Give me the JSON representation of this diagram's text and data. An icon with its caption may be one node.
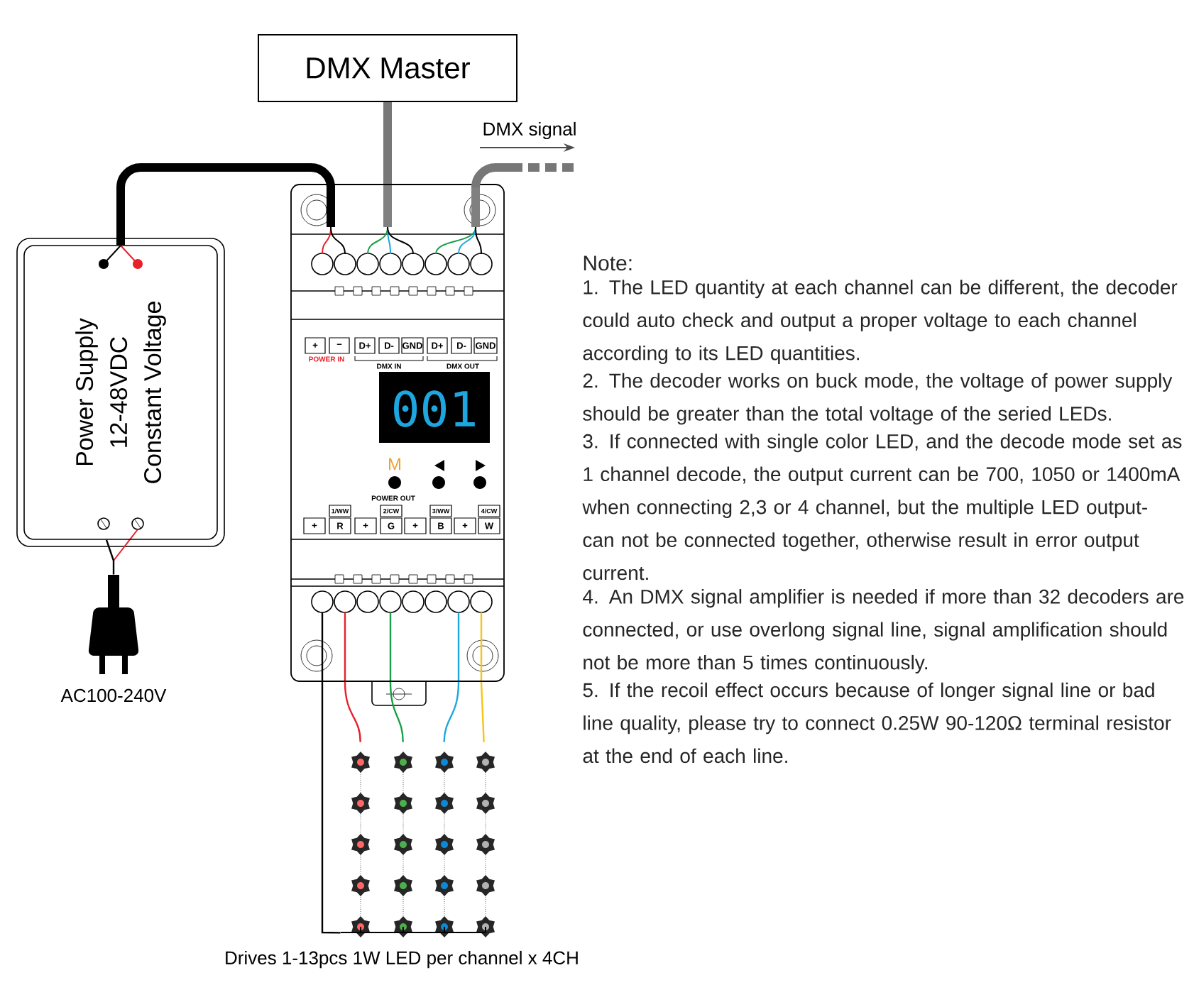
{
  "diagram": {
    "nodes": [
      {
        "text": [
          "DMX Master"
        ]
      },
      {
        "text": [
          "Power Supply",
          "12-48VDC",
          "Constant Voltage"
        ]
      },
      {
        "text": [],
        "shape": "box"
      },
      {
        "text": [],
        "shape": "picture",
        "beside": [
          "AC100-240V"
        ]
      },
      {
        "text": [],
        "shape": "picture",
        "beside": [
          "Drives 1-13pcs 1W LED per channel x 4CH"
        ]
      }
    ],
    "edges": [
      {
        "from": 0,
        "to": 2,
        "arrow": "none",
        "style": "thick",
        "color": "#777777"
      },
      {
        "from": 1,
        "to": 2,
        "arrow": "none",
        "style": "thick",
        "color": "#000000"
      },
      {
        "from": 2,
        "to": null,
        "arrow": "other",
        "style": "thick",
        "color": "#777777",
        "label": "DMX signal"
      },
      {
        "from": 3,
        "to": 1,
        "arrow": "none",
        "color": "#000000"
      },
      {
        "from": 2,
        "to": 4,
        "arrow": "none",
        "color": "#e8202a"
      },
      {
        "from": 2,
        "to": 4,
        "arrow": "none",
        "color": "#1a9e4a"
      },
      {
        "from": 2,
        "to": 4,
        "arrow": "none",
        "color": "#1ea6e0"
      },
      {
        "from": 2,
        "to": 4,
        "arrow": "none",
        "color": "#f5c518"
      },
      {
        "from": 2,
        "to": 4,
        "arrow": "none",
        "color": "#000000"
      }
    ],
    "labels": [
      "+",
      "−",
      "D+",
      "D-",
      "GND",
      "D+",
      "D-",
      "GND",
      "POWER IN",
      "DMX IN",
      "DMX OUT",
      "001",
      "M",
      "POWER OUT",
      "1/WW",
      "2/CW",
      "3/WW",
      "4/CW",
      "+",
      "R",
      "+",
      "G",
      "+",
      "B",
      "+",
      "W",
      "Note:",
      "1. The LED quantity at each channel can be different, the decoder could auto check and output a proper voltage to each channel according to its LED quantities.",
      "2. The decoder works on buck mode, the voltage of power supply should be greater than the total voltage of the seried LEDs.",
      "3. If connected with single color LED, and the decode mode set as 1 channel decode, the output current can be 700, 1050 or 1400mA when connecting 2,3 or 4 channel, but the multiple LED output- can not be connected together, otherwise result in error output current.",
      "4. An DMX signal amplifier is needed if more than 32 decoders are connected, or use overlong signal line, signal amplification should not be more than 5 times continuously.",
      "5. If the recoil effect occurs because of longer signal line or bad line quality, please try to connect 0.25W 90-120Ω terminal resistor at the end of each line."
    ]
  }
}
